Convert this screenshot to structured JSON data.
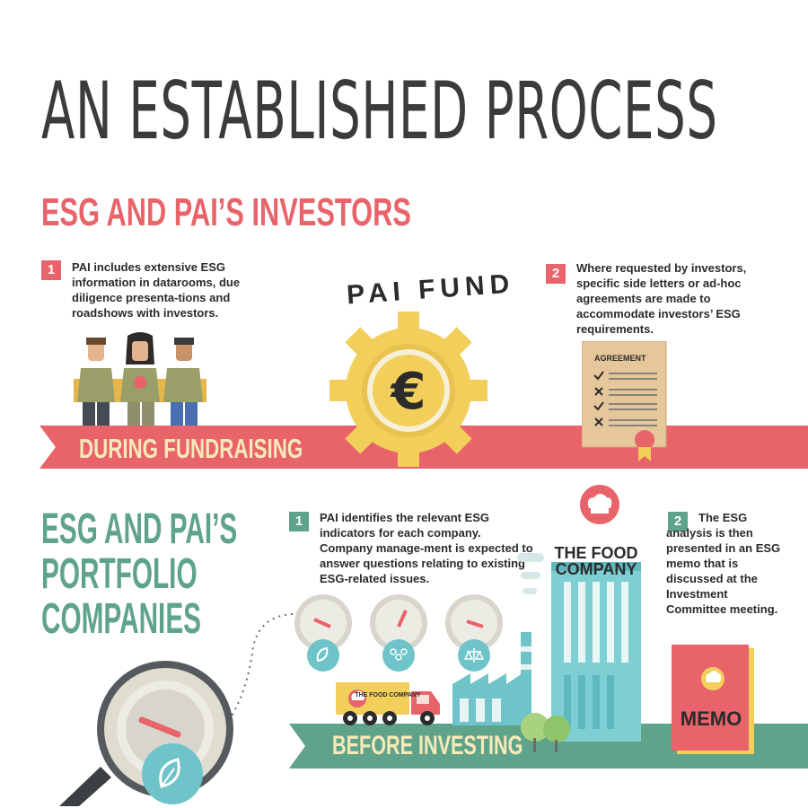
{
  "title": "AN ESTABLISHED PROCESS",
  "investors": {
    "heading": "ESG AND PAI’S INVESTORS",
    "step1": {
      "num": "1",
      "text": "PAI includes extensive ESG information in datarooms, due diligence presenta-tions and roadshows with investors."
    },
    "step2": {
      "num": "2",
      "text": "Where requested by investors, specific side letters or ad-hoc agreements are made to accommodate investors’ ESG requirements."
    },
    "fund_label": "PAI FUND",
    "agreement_label": "AGREEMENT",
    "banner": "DURING FUNDRAISING"
  },
  "portfolio": {
    "heading_lines": [
      "ESG AND PAI’S",
      "PORTFOLIO",
      "COMPANIES"
    ],
    "step1": {
      "num": "1",
      "text": "PAI identifies the relevant ESG indicators for each company. Company manage-ment is expected to answer questions relating to existing ESG-related issues."
    },
    "step2": {
      "num": "2",
      "text": "The ESG analysis is then presented in an ESG memo that is discussed at the Investment Committee meeting."
    },
    "company_label_1": "THE FOOD",
    "company_label_2": "COMPANY",
    "truck_label": "THE FOOD COMPANY",
    "memo_label": "MEMO",
    "banner": "BEFORE INVESTING"
  },
  "colors": {
    "red": "#e8636a",
    "green": "#5fa48a",
    "gold": "#f2cf5b",
    "teal": "#6ec4c9"
  }
}
